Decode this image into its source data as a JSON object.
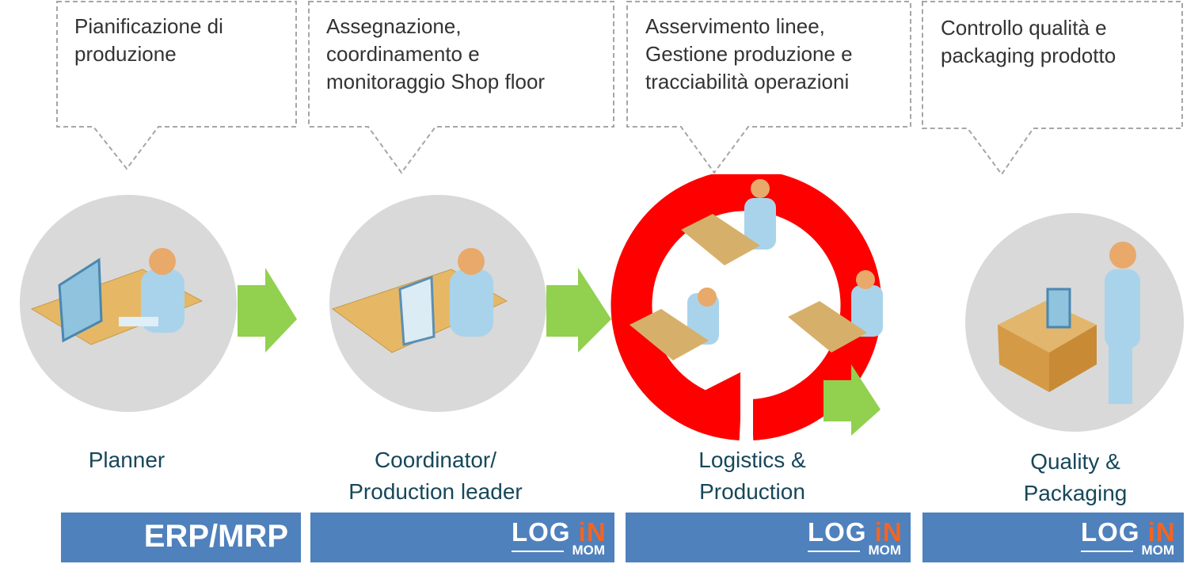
{
  "callouts": [
    {
      "lines": [
        "Pianificazione di",
        "produzione"
      ]
    },
    {
      "lines": [
        "Assegnazione,",
        "coordinamento e",
        "monitoraggio Shop floor"
      ]
    },
    {
      "lines": [
        "Asservimento linee,",
        "Gestione produzione e",
        "tracciabilità operazioni"
      ]
    },
    {
      "lines": [
        "Controllo qualità e",
        "packaging prodotto"
      ]
    }
  ],
  "roles": [
    {
      "lines": [
        "Planner"
      ]
    },
    {
      "lines": [
        "Coordinator/",
        "Production leader"
      ]
    },
    {
      "lines": [
        "Logistics &",
        "Production"
      ]
    },
    {
      "lines": [
        "Quality &",
        "Packaging"
      ]
    }
  ],
  "bars": [
    {
      "label": "ERP/MRP"
    },
    {
      "logo": "LOG iN MOM",
      "logo_main": "LOG",
      "logo_i": "iN",
      "logo_sub": "MOM"
    },
    {
      "logo": "LOG iN MOM",
      "logo_main": "LOG",
      "logo_i": "iN",
      "logo_sub": "MOM"
    },
    {
      "logo": "LOG iN MOM",
      "logo_main": "LOG",
      "logo_i": "iN",
      "logo_sub": "MOM"
    }
  ],
  "colors": {
    "bar": "#4f81bd",
    "arrow": "#92d050",
    "cycle": "#ff0000",
    "circle": "#d9d9d9",
    "text": "#17475a"
  }
}
